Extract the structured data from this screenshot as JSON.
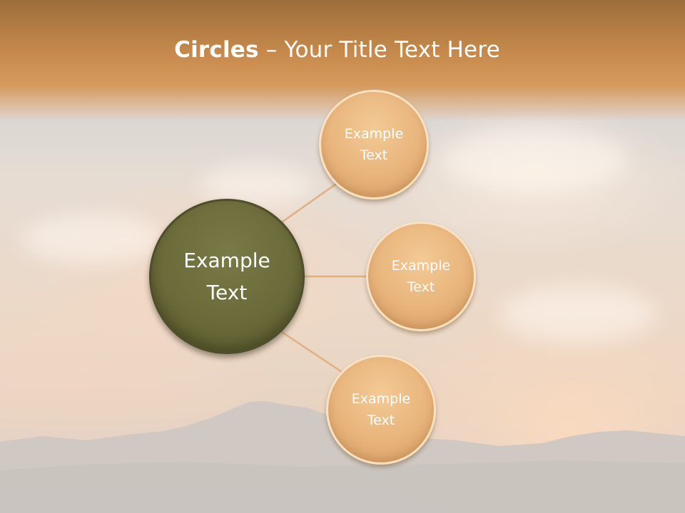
{
  "title": {
    "bold": "Circles",
    "rest": " – Your Title Text Here"
  },
  "diagram": {
    "center": {
      "line1": "Example",
      "line2": "Text"
    },
    "nodes": [
      {
        "line1": "Example",
        "line2": "Text"
      },
      {
        "line1": "Example",
        "line2": "Text"
      },
      {
        "line1": "Example",
        "line2": "Text"
      }
    ]
  },
  "colors": {
    "center_fill": "#6a6a3a",
    "node_fill": "#e8b47c",
    "connector": "#e0b080",
    "title_band": "#c78a4c"
  }
}
